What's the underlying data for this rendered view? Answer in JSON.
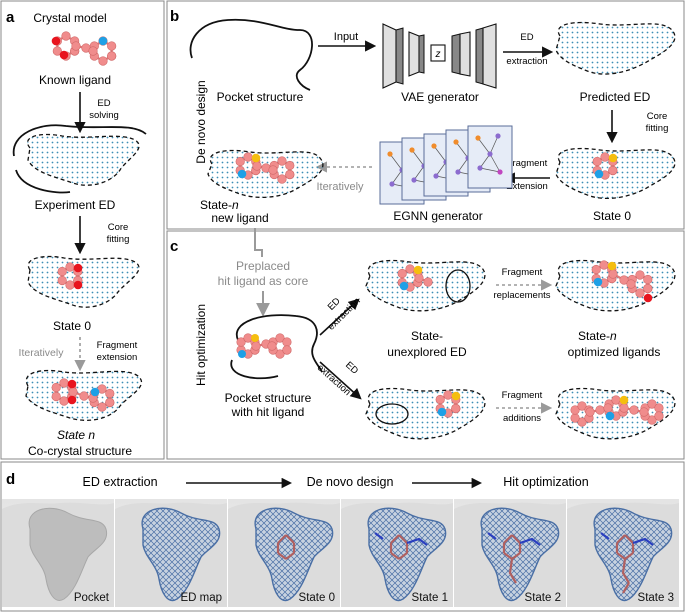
{
  "panel_a": {
    "letter": "a",
    "crystal_model": "Crystal model",
    "known_ligand": "Known ligand",
    "ed_solving_1": "ED",
    "ed_solving_2": "solving",
    "experiment_ed": "Experiment ED",
    "core_fitting_1": "Core",
    "core_fitting_2": "fitting",
    "state0": "State 0",
    "iteratively": "Iteratively",
    "frag_ext_1": "Fragment",
    "frag_ext_2": "extension",
    "state_n": "State n",
    "cocrystal": "Co-crystal structure"
  },
  "panel_b": {
    "letter": "b",
    "side_label": "De novo design",
    "pocket_structure": "Pocket structure",
    "input": "Input",
    "z": "z",
    "vae": "VAE generator",
    "ed_extraction_1": "ED",
    "ed_extraction_2": "extraction",
    "predicted_ed": "Predicted ED",
    "core_fitting_1": "Core",
    "core_fitting_2": "fitting",
    "fragment_ext_1": "Fragment",
    "fragment_ext_2": "Extension",
    "state0": "State 0",
    "egnn": "EGNN generator",
    "iteratively": "Iteratively",
    "state_n_1": "State-",
    "state_n_2": "n",
    "state_n_3": "new ligand"
  },
  "panel_c": {
    "letter": "c",
    "side_label": "Hit optimization",
    "preplaced_1": "Preplaced",
    "preplaced_2": "hit ligand as core",
    "pocket_1": "Pocket structure",
    "pocket_2": "with hit ligand",
    "ed_ext_up_1": "ED",
    "ed_ext_up_2": "extraction",
    "ed_ext_dn_1": "ED",
    "ed_ext_dn_2": "extraction",
    "unexplored_1": "State-",
    "unexplored_2": "unexplored ED",
    "frag_repl_1": "Fragment",
    "frag_repl_2": "replacements",
    "frag_add_1": "Fragment",
    "frag_add_2": "additions",
    "optimized_1": "State-",
    "optimized_2": "n",
    "optimized_3": "optimized ligands"
  },
  "panel_d": {
    "letter": "d",
    "stage1": "ED extraction",
    "stage2": "De novo design",
    "stage3": "Hit optimization",
    "images": [
      "Pocket",
      "ED map",
      "State 0",
      "State 1",
      "State 2",
      "State 3"
    ]
  },
  "colors": {
    "ligand_pink": "#f08c8c",
    "ligand_red": "#e8141e",
    "ligand_blue": "#1ea0e6",
    "ligand_yellow": "#f5be0f",
    "mesh_blue": "#4a6fa5",
    "pocket_gray": "#bdbdbd",
    "arrow_gray": "#9a9a9a"
  }
}
